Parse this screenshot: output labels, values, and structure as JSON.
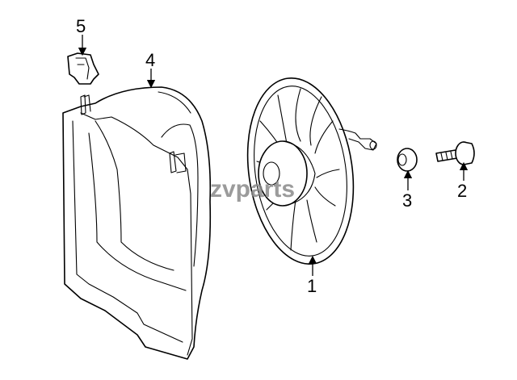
{
  "watermark": {
    "text": "zvparts"
  },
  "callouts": [
    {
      "id": "1",
      "label": "1",
      "part": "fan motor and blade"
    },
    {
      "id": "2",
      "label": "2",
      "part": "bolt"
    },
    {
      "id": "3",
      "label": "3",
      "part": "grommet"
    },
    {
      "id": "4",
      "label": "4",
      "part": "fan shroud"
    },
    {
      "id": "5",
      "label": "5",
      "part": "retainer clip"
    }
  ],
  "colors": {
    "line": "#000000",
    "background": "#ffffff",
    "watermark": "#8a8a8a"
  }
}
